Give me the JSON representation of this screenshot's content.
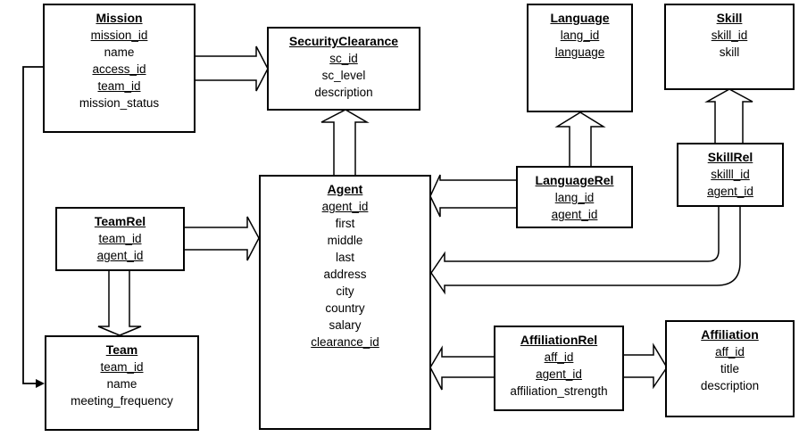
{
  "diagram": {
    "background_color": "#ffffff",
    "line_color": "#000000"
  },
  "entities": {
    "mission": {
      "title": "Mission",
      "fields": [
        "mission_id",
        "name",
        "access_id",
        "team_id",
        "mission_status"
      ]
    },
    "security_clearance": {
      "title": "SecurityClearance",
      "fields": [
        "sc_id",
        "sc_level",
        "description"
      ]
    },
    "language": {
      "title": "Language",
      "fields": [
        "lang_id",
        "language"
      ]
    },
    "skill": {
      "title": "Skill",
      "fields": [
        "skill_id",
        "skill"
      ]
    },
    "agent": {
      "title": "Agent",
      "fields": [
        "agent_id",
        "first",
        "middle",
        "last",
        "address",
        "city",
        "country",
        "salary",
        "clearance_id"
      ]
    },
    "language_rel": {
      "title": "LanguageRel",
      "fields": [
        "lang_id",
        "agent_id"
      ]
    },
    "skill_rel": {
      "title": "SkillRel",
      "fields": [
        "skilll_id",
        "agent_id"
      ]
    },
    "team_rel": {
      "title": "TeamRel",
      "fields": [
        "team_id",
        "agent_id"
      ]
    },
    "team": {
      "title": "Team",
      "fields": [
        "team_id",
        "name",
        "meeting_frequency"
      ]
    },
    "affiliation_rel": {
      "title": "AffiliationRel",
      "fields": [
        "aff_id",
        "agent_id",
        "affiliation_strength"
      ]
    },
    "affiliation": {
      "title": "Affiliation",
      "fields": [
        "aff_id",
        "title",
        "description"
      ]
    }
  },
  "connections": [
    {
      "from": "Mission",
      "to": "SecurityClearance",
      "style": "open-block-arrow"
    },
    {
      "from": "Agent",
      "to": "SecurityClearance",
      "style": "open-block-arrow"
    },
    {
      "from": "LanguageRel",
      "to": "Language",
      "style": "open-block-arrow"
    },
    {
      "from": "SkillRel",
      "to": "Skill",
      "style": "open-block-arrow"
    },
    {
      "from": "LanguageRel",
      "to": "Agent",
      "style": "open-block-arrow"
    },
    {
      "from": "SkillRel",
      "to": "Agent",
      "style": "open-block-arrow-elbow"
    },
    {
      "from": "TeamRel",
      "to": "Agent",
      "style": "open-block-arrow"
    },
    {
      "from": "TeamRel",
      "to": "Team",
      "style": "open-block-arrow"
    },
    {
      "from": "AffiliationRel",
      "to": "Agent",
      "style": "open-block-arrow"
    },
    {
      "from": "AffiliationRel",
      "to": "Affiliation",
      "style": "open-block-arrow"
    },
    {
      "from": "Mission",
      "to": "Team",
      "style": "thin-elbow-filled-arrow"
    }
  ]
}
